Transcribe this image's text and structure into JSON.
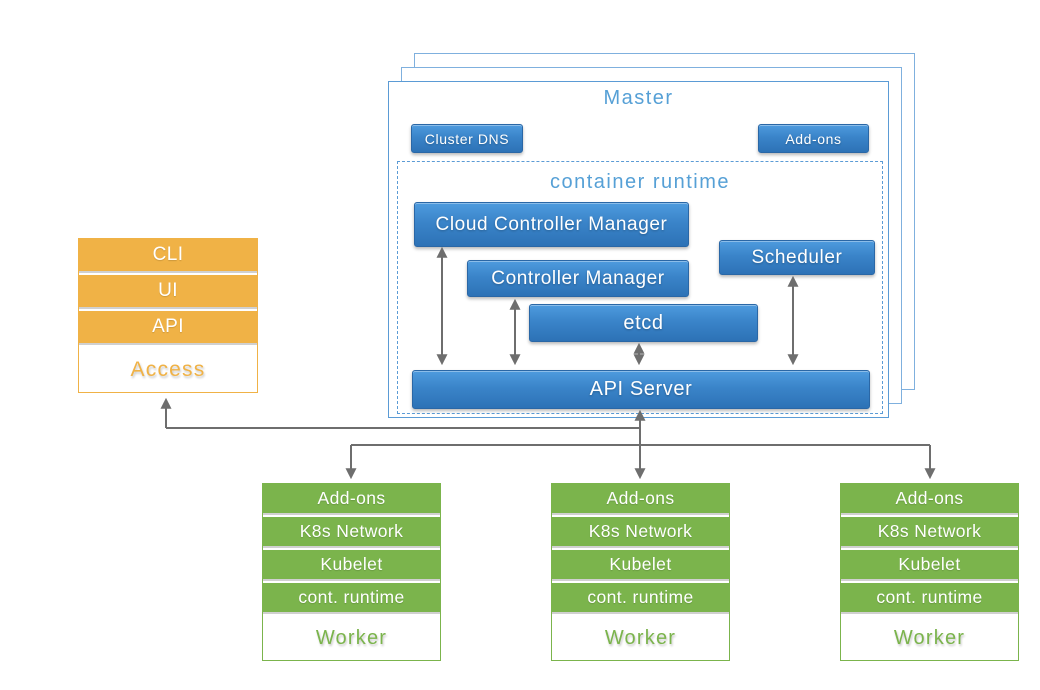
{
  "master": {
    "title": "Master",
    "cluster_dns_label": "Cluster DNS",
    "addons_label": "Add-ons",
    "container_runtime_title": "container runtime",
    "components": {
      "cloud_controller_manager": "Cloud Controller Manager",
      "controller_manager": "Controller Manager",
      "scheduler": "Scheduler",
      "etcd": "etcd",
      "api_server": "API Server"
    }
  },
  "access_stack": {
    "rows": [
      "CLI",
      "UI",
      "API"
    ],
    "label": "Access"
  },
  "workers": [
    {
      "rows": [
        "Add-ons",
        "K8s Network",
        "Kubelet",
        "cont. runtime"
      ],
      "label": "Worker"
    },
    {
      "rows": [
        "Add-ons",
        "K8s Network",
        "Kubelet",
        "cont. runtime"
      ],
      "label": "Worker"
    },
    {
      "rows": [
        "Add-ons",
        "K8s Network",
        "Kubelet",
        "cont. runtime"
      ],
      "label": "Worker"
    }
  ],
  "colors": {
    "blue_gradient_top": "#4E9BDE",
    "blue_gradient_bottom": "#2D72B6",
    "master_border_blue": "#5B9BD5",
    "light_blue_text": "#56A0D6",
    "orange": "#F0B246",
    "green": "#7BB44C",
    "arrow_gray": "#6E6E6E"
  }
}
